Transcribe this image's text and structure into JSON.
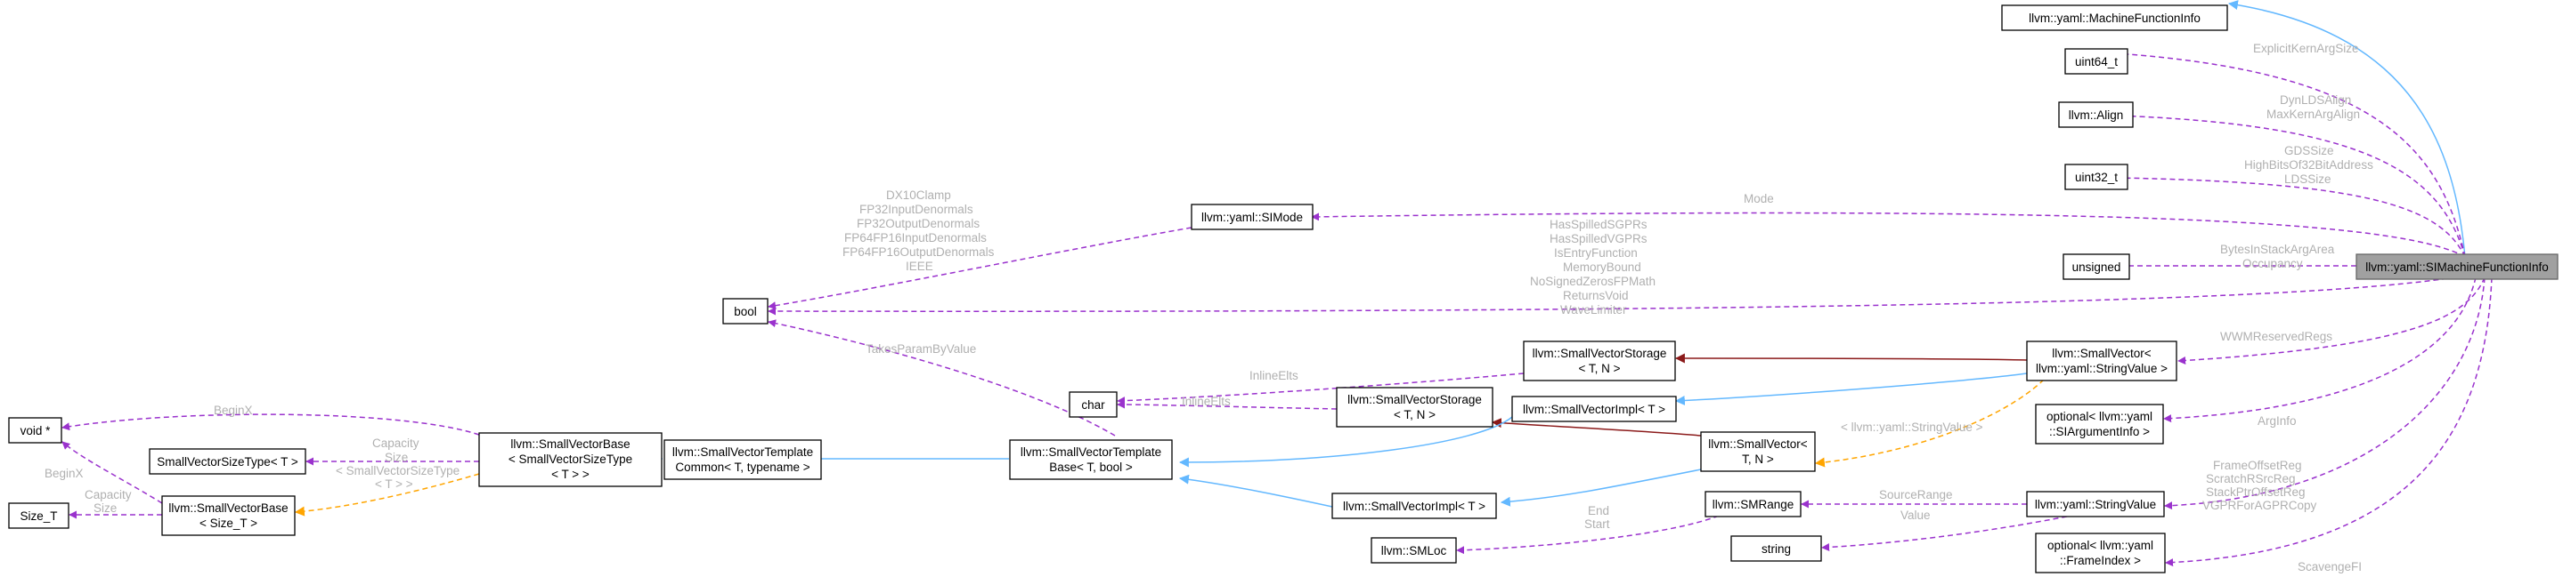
{
  "nodes": {
    "machine_function_info": {
      "lines": [
        "llvm::yaml::MachineFunctionInfo"
      ]
    },
    "uint64_t": {
      "lines": [
        "uint64_t"
      ]
    },
    "align": {
      "lines": [
        "llvm::Align"
      ]
    },
    "uint32_t": {
      "lines": [
        "uint32_t"
      ]
    },
    "si_mode": {
      "lines": [
        "llvm::yaml::SIMode"
      ]
    },
    "unsigned": {
      "lines": [
        "unsigned"
      ]
    },
    "si_machine_function_info": {
      "lines": [
        "llvm::yaml::SIMachineFunctionInfo"
      ]
    },
    "bool": {
      "lines": [
        "bool"
      ]
    },
    "small_vector_storage_1": {
      "lines": [
        "llvm::SmallVectorStorage",
        "< T, N >"
      ]
    },
    "small_vector_string_value": {
      "lines": [
        "llvm::SmallVector<",
        "llvm::yaml::StringValue >"
      ]
    },
    "char": {
      "lines": [
        "char"
      ]
    },
    "small_vector_storage_2": {
      "lines": [
        "llvm::SmallVectorStorage",
        "< T, N >"
      ]
    },
    "small_vector_impl_1": {
      "lines": [
        "llvm::SmallVectorImpl< T >"
      ]
    },
    "void_ptr": {
      "lines": [
        "void *"
      ]
    },
    "small_vector_base_size_type": {
      "lines": [
        "llvm::SmallVectorBase",
        "< SmallVectorSizeType",
        "< T > >"
      ]
    },
    "small_vector_template_common": {
      "lines": [
        "llvm::SmallVectorTemplate",
        "Common< T, typename >"
      ]
    },
    "small_vector_template_base": {
      "lines": [
        "llvm::SmallVectorTemplate",
        "Base< T, bool >"
      ]
    },
    "small_vector": {
      "lines": [
        "llvm::SmallVector<",
        "T, N >"
      ]
    },
    "optional_si_argument_info": {
      "lines": [
        "optional< llvm::yaml",
        "::SIArgumentInfo >"
      ]
    },
    "small_vector_size_type": {
      "lines": [
        "SmallVectorSizeType< T >"
      ]
    },
    "size_t": {
      "lines": [
        "Size_T"
      ]
    },
    "small_vector_base_size_t": {
      "lines": [
        "llvm::SmallVectorBase",
        "< Size_T >"
      ]
    },
    "small_vector_impl_2": {
      "lines": [
        "llvm::SmallVectorImpl< T >"
      ]
    },
    "sm_range": {
      "lines": [
        "llvm::SMRange"
      ]
    },
    "string_value": {
      "lines": [
        "llvm::yaml::StringValue"
      ]
    },
    "string": {
      "lines": [
        "string"
      ]
    },
    "sm_loc": {
      "lines": [
        "llvm::SMLoc"
      ]
    },
    "optional_frame_index": {
      "lines": [
        "optional< llvm::yaml",
        "::FrameIndex >"
      ]
    }
  },
  "edges": [
    {
      "id": "mfi-to-simfi",
      "kind": "inheritance",
      "lines": []
    },
    {
      "id": "uint64-to-simfi",
      "kind": "usage",
      "lines": [
        "ExplicitKernArgSize"
      ]
    },
    {
      "id": "align-to-simfi",
      "kind": "usage",
      "lines": [
        "DynLDSAlign",
        "MaxKernArgAlign"
      ]
    },
    {
      "id": "uint32-to-simfi",
      "kind": "usage",
      "lines": [
        "GDSSize",
        "HighBitsOf32BitAddress",
        "LDSSize"
      ]
    },
    {
      "id": "simode-to-simfi",
      "kind": "usage",
      "lines": [
        "Mode"
      ]
    },
    {
      "id": "unsigned-to-simfi",
      "kind": "usage",
      "lines": [
        "BytesInStackArgArea",
        "Occupancy"
      ]
    },
    {
      "id": "bool-to-simfi",
      "kind": "usage",
      "lines": [
        "HasSpilledSGPRs",
        "HasSpilledVGPRs",
        "IsEntryFunction",
        "MemoryBound",
        "NoSignedZerosFPMath",
        "ReturnsVoid",
        "WaveLimiter"
      ]
    },
    {
      "id": "bool-to-simode",
      "kind": "usage",
      "lines": [
        "DX10Clamp",
        "FP32InputDenormals",
        "FP32OutputDenormals",
        "FP64FP16InputDenormals",
        "FP64FP16OutputDenormals",
        "IEEE"
      ]
    },
    {
      "id": "bool-to-svtb",
      "kind": "usage",
      "lines": [
        "TakesParamByValue"
      ]
    },
    {
      "id": "svsv-to-simfi",
      "kind": "usage",
      "lines": [
        "WWMReservedRegs"
      ]
    },
    {
      "id": "svs1-to-svsv",
      "kind": "composition",
      "lines": []
    },
    {
      "id": "svi1-to-svsv",
      "kind": "inheritance",
      "lines": []
    },
    {
      "id": "char-to-svs1",
      "kind": "usage",
      "lines": [
        "InlineElts"
      ]
    },
    {
      "id": "char-to-svs2",
      "kind": "usage",
      "lines": [
        "InlineElts"
      ]
    },
    {
      "id": "svs2-to-sv",
      "kind": "composition",
      "lines": []
    },
    {
      "id": "svtb-to-svi1",
      "kind": "inheritance",
      "lines": []
    },
    {
      "id": "sv-to-svsv",
      "kind": "template",
      "lines": [
        "< llvm::yaml::StringValue >"
      ]
    },
    {
      "id": "svtb-to-svi2",
      "kind": "inheritance",
      "lines": []
    },
    {
      "id": "svi2-to-sv",
      "kind": "inheritance",
      "lines": []
    },
    {
      "id": "svtc-to-svtb",
      "kind": "inheritance",
      "lines": []
    },
    {
      "id": "svbst-to-svtc",
      "kind": "inheritance",
      "lines": []
    },
    {
      "id": "voidptr-to-svbst",
      "kind": "usage",
      "lines": [
        "BeginX"
      ]
    },
    {
      "id": "voidptr-to-svbsizet",
      "kind": "usage",
      "lines": [
        "BeginX"
      ]
    },
    {
      "id": "svst-to-svbst",
      "kind": "usage",
      "lines": [
        "Capacity",
        "Size"
      ]
    },
    {
      "id": "sizet-to-svbsizet",
      "kind": "usage",
      "lines": [
        "Capacity",
        "Size"
      ]
    },
    {
      "id": "svbsizet-to-svbst",
      "kind": "template",
      "lines": [
        "< SmallVectorSizeType",
        "< T > >"
      ]
    },
    {
      "id": "argument-info-to-simfi",
      "kind": "usage",
      "lines": [
        "ArgInfo"
      ]
    },
    {
      "id": "string-value-to-simfi",
      "kind": "usage",
      "lines": [
        "FrameOffsetReg",
        "ScratchRSrcReg",
        "StackPtrOffsetReg",
        "VGPRForAGPRCopy"
      ]
    },
    {
      "id": "smrange-to-string-value",
      "kind": "usage",
      "lines": [
        "SourceRange"
      ]
    },
    {
      "id": "string-to-string-value",
      "kind": "usage",
      "lines": [
        "Value"
      ]
    },
    {
      "id": "smloc-to-smrange",
      "kind": "usage",
      "lines": [
        "End",
        "Start"
      ]
    },
    {
      "id": "frame-index-to-simfi",
      "kind": "usage",
      "lines": [
        "ScavengeFI"
      ]
    }
  ],
  "colors": {
    "usage": "#9a32cd",
    "inheritance": "#63b8ff",
    "template": "#ffa500",
    "composition": "#8b1a1a",
    "label": "#b0b0b0",
    "focus_fill": "#a0a0a0"
  }
}
